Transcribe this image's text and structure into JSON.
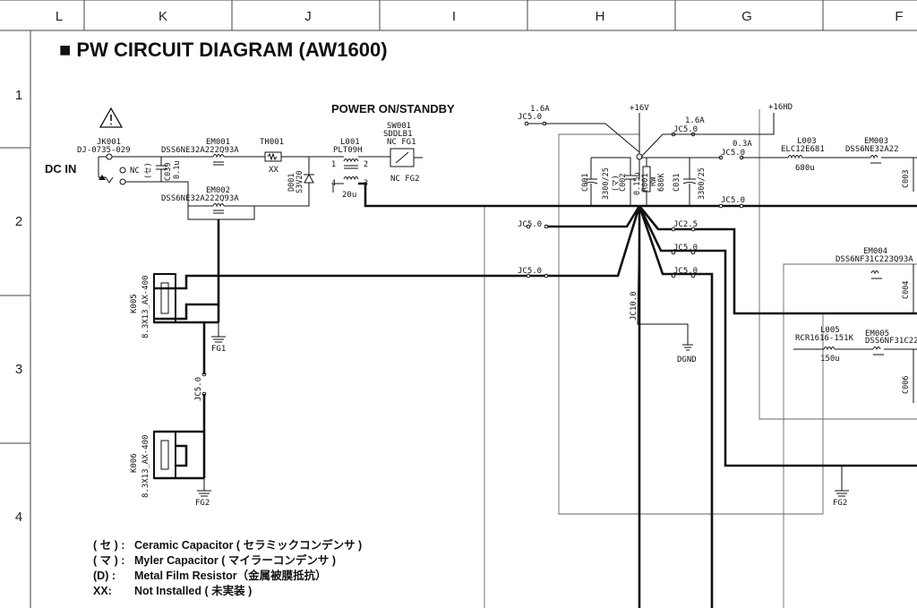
{
  "title": "■ PW CIRCUIT DIAGRAM (AW1600)",
  "grid": {
    "columns": [
      "L",
      "K",
      "J",
      "I",
      "H",
      "G",
      "F"
    ],
    "rows": [
      "1",
      "2",
      "3",
      "4"
    ]
  },
  "labels": {
    "dc_in": "DC IN",
    "power_switch": "POWER ON/STANDBY",
    "jk001": "JK001",
    "jk001_part": "DJ-0735-029",
    "nc": "NC",
    "c039": "C039",
    "c039_val": "0.1u",
    "c039_type": "(セ)",
    "em001": "EM001",
    "em001_part": "DSS6NE32A222Q93A",
    "em002": "EM002",
    "em002_part": "DSS6NE32A222Q93A",
    "th001": "TH001",
    "th001_val": "XX",
    "d001": "D001",
    "d001_part": "S3V20",
    "l001": "L001",
    "l001_part": "PLT09H",
    "l001_val": "20u",
    "pin1": "1",
    "pin2": "2",
    "pin3": "3",
    "pin4": "4",
    "sw001": "SW001",
    "sw001_part": "SDDLB1",
    "nc_fg1": "NC FG1",
    "nc_fg2": "NC FG2",
    "jc_16a_1": "1.6A",
    "jc50_top": "JC5.0",
    "v16": "+16V",
    "jc_16a_2": "1.6A",
    "jc50_b": "JC5.0",
    "v16hd": "+16HD",
    "jc_03a": "0.3A",
    "jc50_c": "JC5.0",
    "l003": "L003",
    "l003_part": "ELC12E681",
    "l003_val": "680u",
    "em003": "EM003",
    "em003_part": "DSS6NE32A22",
    "c001": "C001",
    "c001_val": "3300/25",
    "c002": "C002",
    "c002_val": "0.15u",
    "c002_type": "(マ)",
    "r001": "R001",
    "r001_val": "680K",
    "r001_type": "RW",
    "c031": "C031",
    "c031_val": "3300/25",
    "c003": "C003",
    "jc50_d": "JC5.0",
    "jc50_e": "JC5.0",
    "jc25": "JC2.5",
    "jc50_f": "JC5.0",
    "jc50_g": "JC5.0",
    "jc50_h": "JC5.0",
    "jc100": "JC10.0",
    "dgnd": "DGND",
    "em004": "EM004",
    "em004_part": "DSS6NF31C223Q93A",
    "c004": "C004",
    "l005": "L005",
    "l005_part": "RCR1616-151K",
    "l005_val": "150u",
    "em005": "EM005",
    "em005_part": "DSS6NF31C22",
    "c006": "C006",
    "k005": "K005",
    "k005_part": "8.3X13_AX-400",
    "k006": "K006",
    "k006_part": "8.3X13_AX-400",
    "jc50_k": "JC5.0",
    "fg1": "FG1",
    "fg2_left": "FG2",
    "fg2_right": "FG2"
  },
  "legend": [
    {
      "key": "( セ ) :",
      "text": "Ceramic Capacitor ( セラミックコンデンサ )"
    },
    {
      "key": "( マ ) :",
      "text": "Myler Capacitor ( マイラーコンデンサ )"
    },
    {
      "key": "(D) :",
      "text": "Metal Film Resistor（金属被膜抵抗）"
    },
    {
      "key": "XX:",
      "text": "Not Installed ( 未実装 )"
    }
  ]
}
